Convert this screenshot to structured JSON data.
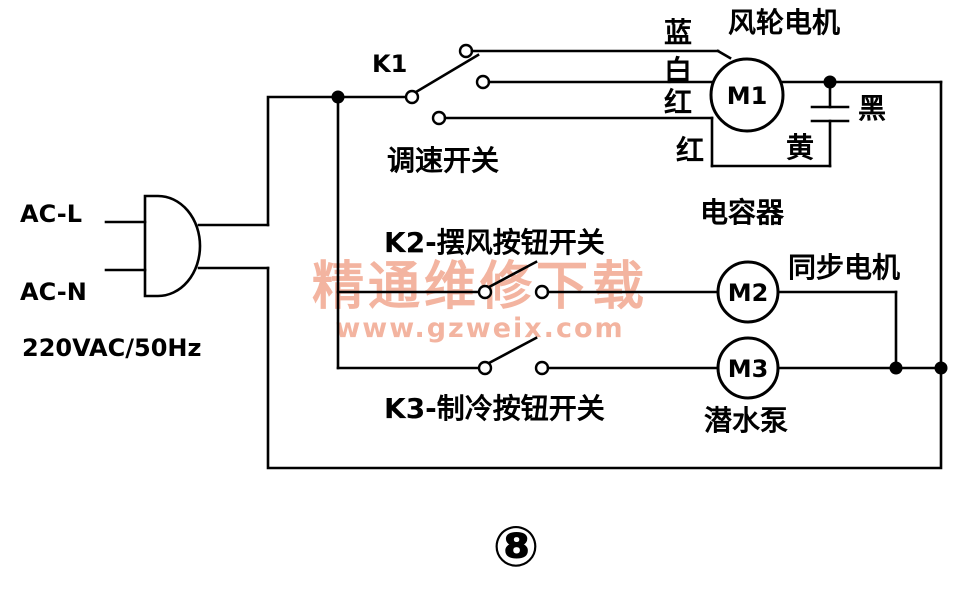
{
  "supply": {
    "line_label": "AC-L",
    "neutral_label": "AC-N",
    "rating": "220VAC/50Hz"
  },
  "fan": {
    "switch_name": "K1",
    "switch_label": "调速开关",
    "motor_label": "M1",
    "motor_title": "风轮电机",
    "wire_blue": "蓝",
    "wire_white": "白",
    "wire_red_top": "红",
    "wire_red_bottom": "红",
    "wire_black": "黑",
    "wire_yellow": "黄",
    "capacitor_label": "电容器"
  },
  "swing": {
    "switch_label": "K2-摆风按钮开关",
    "motor_label": "M2",
    "motor_title": "同步电机"
  },
  "cooling": {
    "switch_label": "K3-制冷按钮开关",
    "motor_label": "M3",
    "motor_title": "潜水泵"
  },
  "watermark": {
    "cn": "精通维修下载",
    "url": "www.gzweix.com",
    "color": "#f3b4a0"
  },
  "figure_number": "⑧"
}
